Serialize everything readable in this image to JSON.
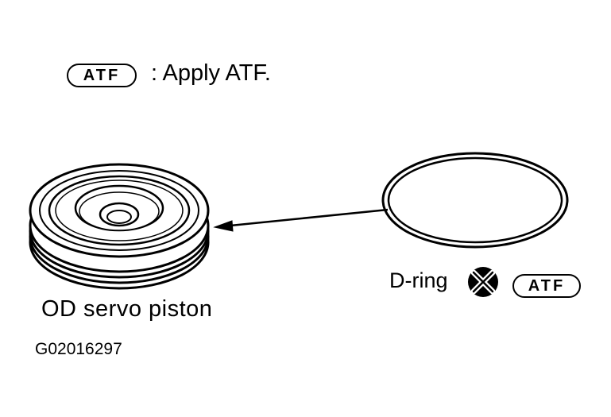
{
  "legend": {
    "badge_label": "ATF",
    "text": ": Apply ATF."
  },
  "parts": {
    "piston_label": "OD servo piston",
    "dring_label": "D-ring",
    "dring_badge_label": "ATF"
  },
  "figure_id": "G02016297",
  "colors": {
    "ink": "#000000",
    "paper": "#ffffff"
  },
  "icons": {
    "do_not_reuse": "x-circle-icon"
  }
}
